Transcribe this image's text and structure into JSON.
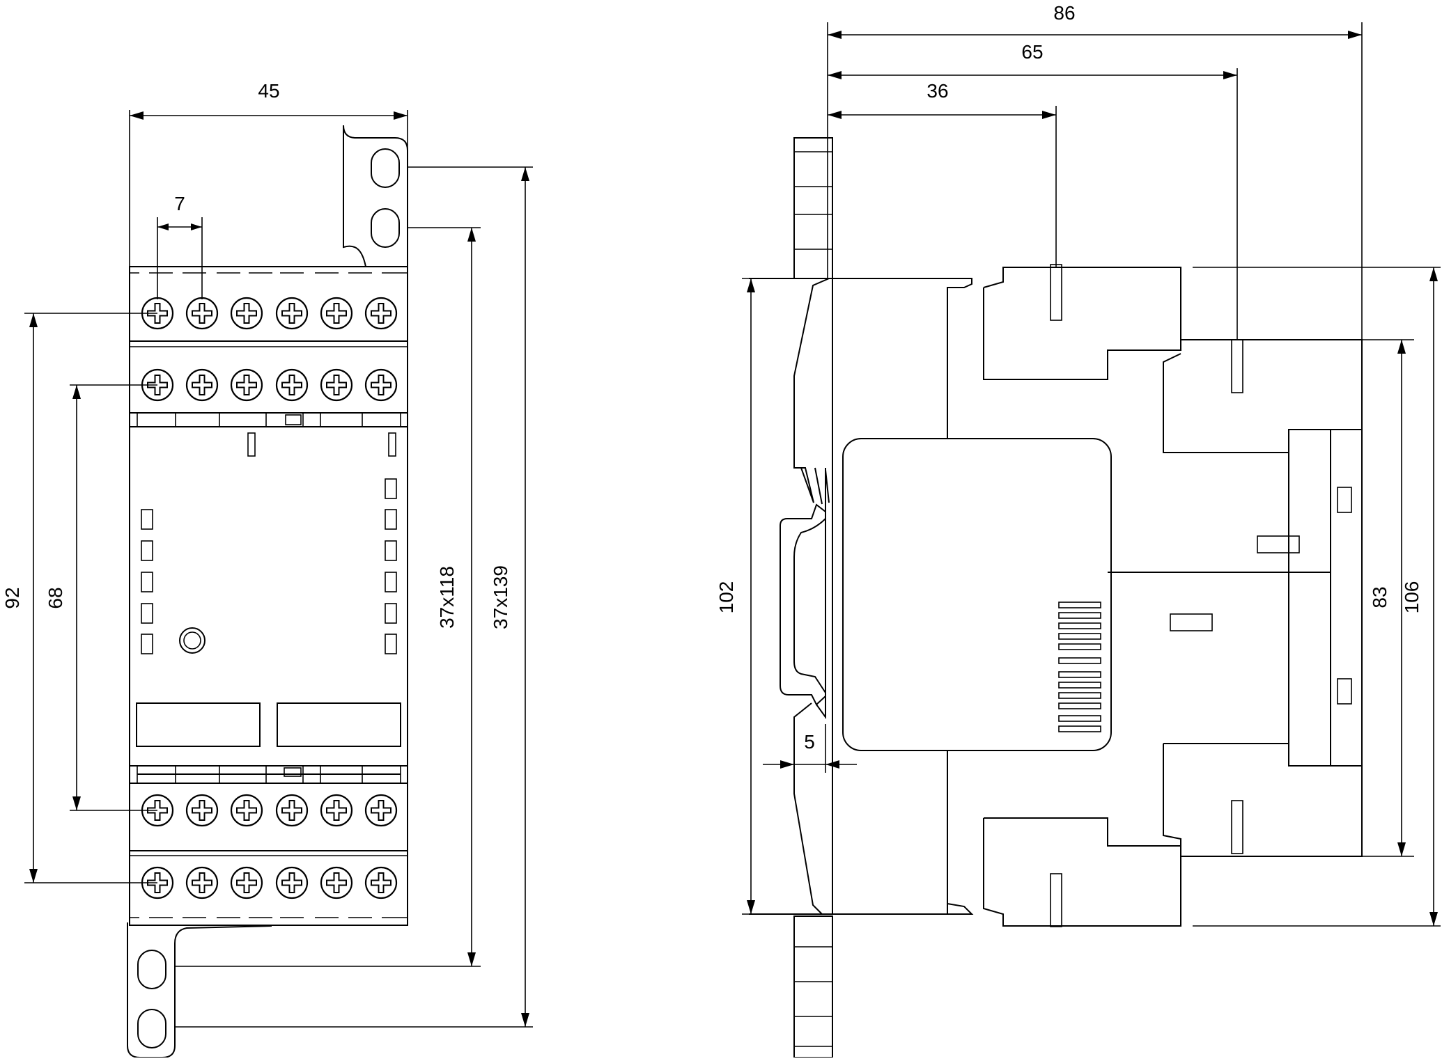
{
  "drawing": {
    "front_view": {
      "width": "45",
      "terminal_pitch": "7",
      "height_a": "92",
      "height_b": "68",
      "height_c": "37x118",
      "height_d": "37x139",
      "terminals_per_row": 6,
      "terminal_rows": 4
    },
    "side_view": {
      "depth_a": "86",
      "depth_b": "65",
      "depth_c": "36",
      "height_a": "102",
      "height_b": "83",
      "height_c": "106",
      "rail_offset": "5"
    }
  }
}
